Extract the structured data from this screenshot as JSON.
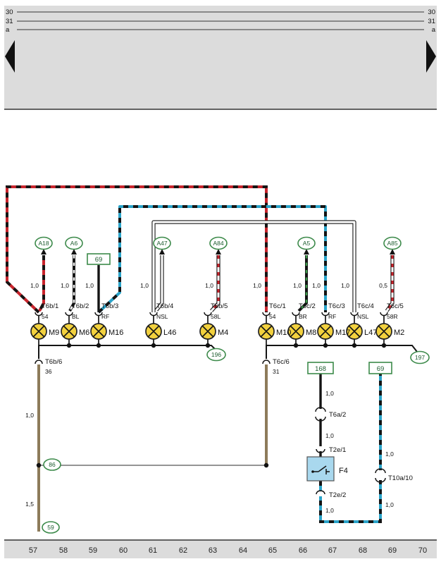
{
  "colors": {
    "band_bg": "#dcdcdc",
    "wire_red": "#c8242c",
    "wire_cyan": "#2aa3c9",
    "wire_green": "#3a9948",
    "wire_brown": "#8d7b5a",
    "wire_black": "#141414",
    "wire_white": "#ffffff",
    "bulb_fill": "#f2d13e",
    "ref_outline": "#3c8a4a",
    "component_fill": "#a9d8ee"
  },
  "header": {
    "rails": [
      "30",
      "31",
      "a"
    ]
  },
  "lamps": [
    {
      "ref": "A18",
      "terminal": "T6b/1",
      "circuit": "54",
      "name": "M9",
      "gauge": "1,0"
    },
    {
      "ref": "A6",
      "terminal": "T6b/2",
      "circuit": "BL",
      "name": "M6",
      "gauge": "1,0"
    },
    {
      "source_box": "69",
      "terminal": "T6b/3",
      "circuit": "RF",
      "name": "M16",
      "gauge": "1,0"
    },
    {
      "ref": "A47",
      "terminal": "T6b/4",
      "circuit": "NSL",
      "name": "L46",
      "gauge": "1,0"
    },
    {
      "ref": "A84",
      "terminal": "T6b/5",
      "circuit": "58L",
      "name": "M4",
      "gauge": "1,0"
    },
    {
      "terminal": "T6c/1",
      "circuit": "54",
      "name": "M10",
      "gauge": "1,0"
    },
    {
      "ref": "A5",
      "terminal": "T6c/2",
      "circuit": "BR",
      "name": "M8",
      "gauge": "1,0"
    },
    {
      "terminal": "T6c/3",
      "circuit": "RF",
      "name": "M17",
      "gauge": "1,0"
    },
    {
      "terminal": "T6c/4",
      "circuit": "NSL",
      "name": "L47",
      "gauge": "1,0"
    },
    {
      "ref": "A85",
      "terminal": "T6c/5",
      "circuit": "58R",
      "name": "M2",
      "gauge": "0,5"
    }
  ],
  "ground_left": {
    "node": "196",
    "terminal": "T6b/6",
    "circuit": "36",
    "gauge_upper": "1,0",
    "junction": "86",
    "gauge_lower": "1,5",
    "end_node": "59"
  },
  "ground_right": {
    "node": "197",
    "terminal": "T6c/6",
    "circuit": "31"
  },
  "switch_branch": {
    "source_box": "168",
    "gauge_1": "1,0",
    "connector_1": "T6a/2",
    "gauge_2": "1,0",
    "connector_2": "T2e/1",
    "component": "F4",
    "connector_3": "T2e/2",
    "gauge_3": "1,0"
  },
  "return_branch": {
    "source_box": "69",
    "gauge_1": "1,0",
    "connector": "T10a/10",
    "gauge_2": "1,0"
  },
  "track_numbers": [
    "57",
    "58",
    "59",
    "60",
    "61",
    "62",
    "63",
    "64",
    "65",
    "66",
    "67",
    "68",
    "69",
    "70"
  ]
}
